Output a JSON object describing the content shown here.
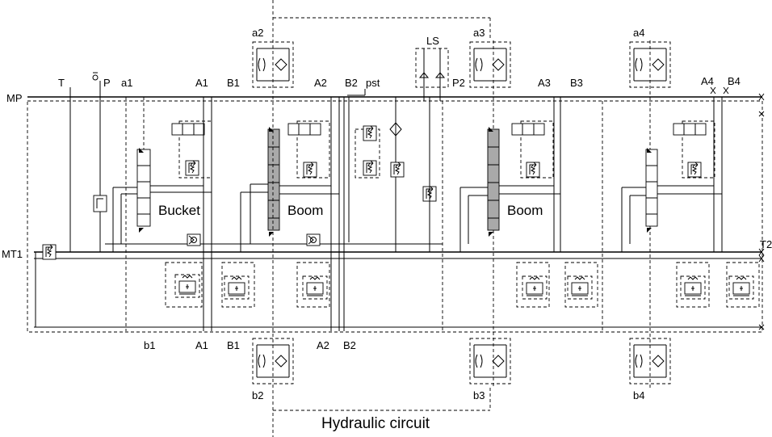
{
  "caption": "Hydraulic circuit",
  "ports_left": {
    "mp": "MP",
    "mt1": "MT1"
  },
  "ports_right": {
    "t2": "T2"
  },
  "ports_top": [
    "T",
    "P",
    "a1",
    "A1",
    "B1",
    "A2",
    "B2",
    "pst",
    "P2",
    "A3",
    "B3",
    "A4",
    "B4"
  ],
  "ports_bottom": [
    "b1",
    "A1",
    "B1",
    "A2",
    "B2"
  ],
  "work_ports": {
    "a2": "a2",
    "a3": "a3",
    "a4": "a4",
    "b2": "b2",
    "b3": "b3",
    "b4": "b4",
    "ls": "LS"
  },
  "sections": [
    "Bucket",
    "Boom",
    "Boom"
  ]
}
